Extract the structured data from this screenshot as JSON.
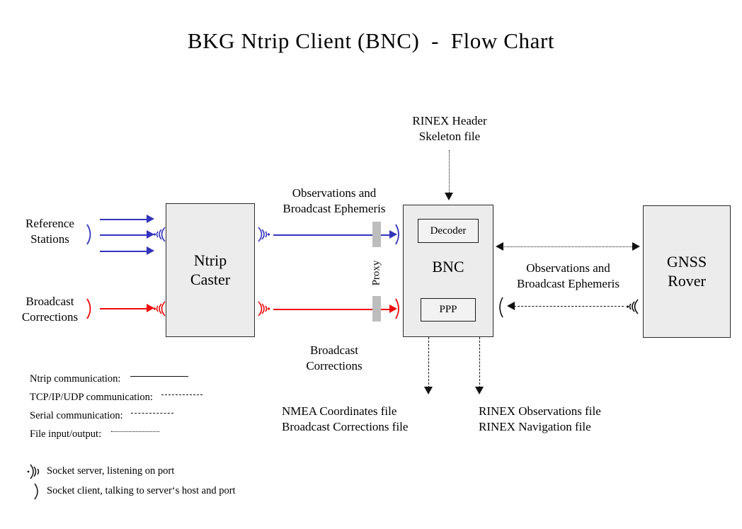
{
  "title": "BKG Ntrip Client (BNC)  -  Flow Chart",
  "colors": {
    "ntrip_blue": "#3434bd",
    "correction_red": "#ee0808",
    "box_fill": "#ececec",
    "box_border": "#2b2b2b",
    "proxy_bar": "#bdbdbd",
    "line_black": "#111111"
  },
  "nodes": {
    "ntrip_caster": {
      "label": "Ntrip\nCaster"
    },
    "bnc": {
      "label": "BNC",
      "decoder_label": "Decoder",
      "ppp_label": "PPP"
    },
    "gnss_rover": {
      "label": "GNSS\nRover"
    }
  },
  "labels": {
    "reference_stations": "Reference\nStations",
    "broadcast_corrections_in": "Broadcast\nCorrections",
    "observations_and_ephemeris_left": "Observations and\nBroadcast Ephemeris",
    "broadcast_corrections_mid": "Broadcast\nCorrections",
    "rinex_header_skeleton": "RINEX Header\nSkeleton file",
    "observations_and_ephemeris_right": "Observations and\nBroadcast Ephemeris",
    "proxy": "Proxy",
    "nmea_output": "NMEA Coordinates file\nBroadcast Corrections file",
    "rinex_output": "RINEX Observations file\nRINEX Navigation file"
  },
  "legend": {
    "lines": [
      {
        "label": "Ntrip communication:",
        "style": "solid"
      },
      {
        "label": "TCP/IP/UDP communication:",
        "style": "long-dash"
      },
      {
        "label": "Serial communication:",
        "style": "medium-dash"
      },
      {
        "label": "File input/output:",
        "style": "fine-dot"
      }
    ],
    "sockets": [
      {
        "symbol": "socket-server",
        "label": "Socket server, listening on port"
      },
      {
        "symbol": "socket-client",
        "label": "Socket client, talking to server‘s host and port"
      }
    ]
  }
}
